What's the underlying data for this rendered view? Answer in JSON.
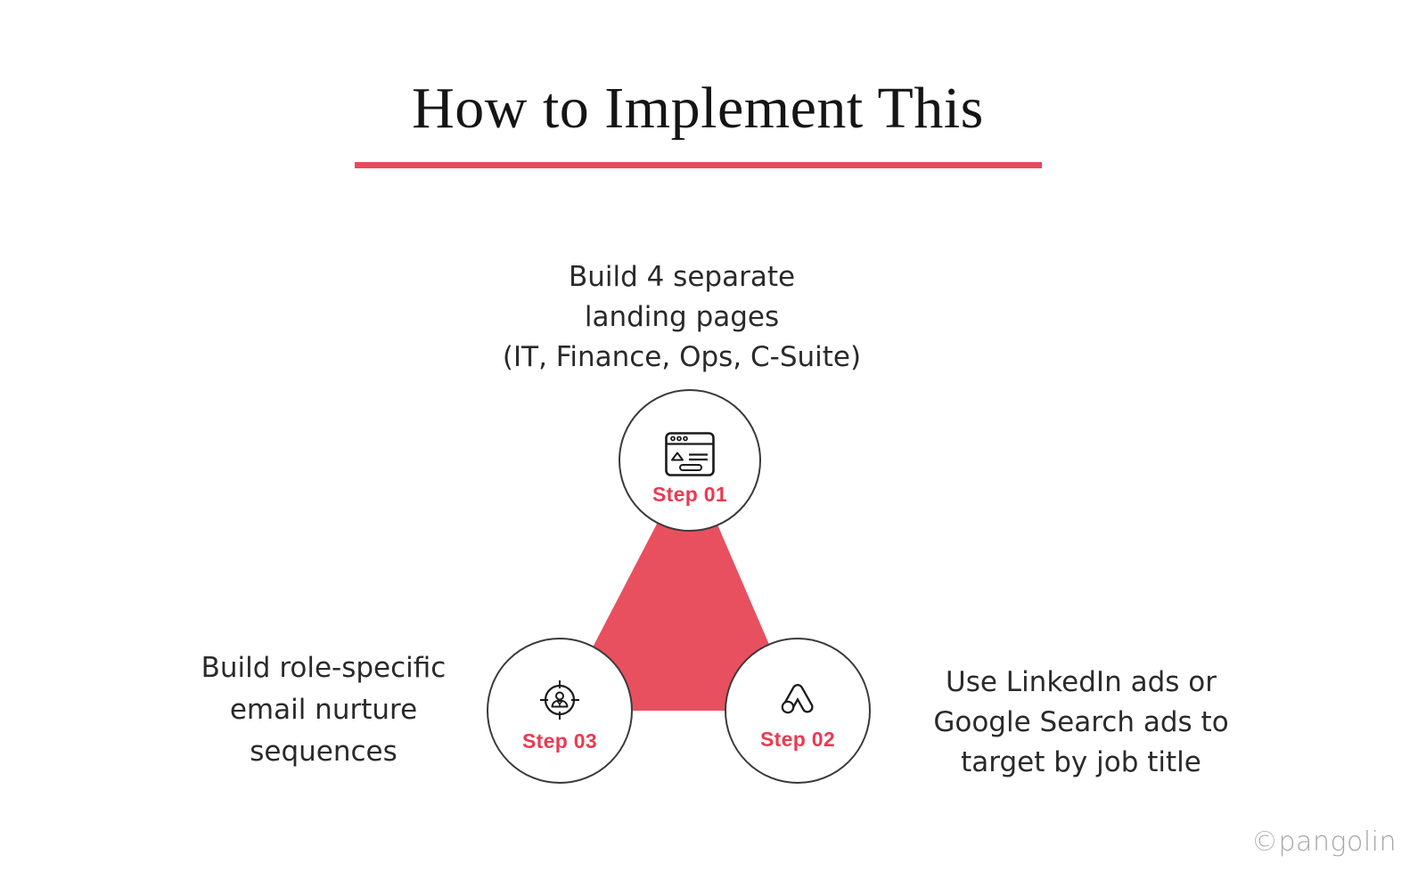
{
  "title": {
    "text": "How to Implement This"
  },
  "colors": {
    "accent": "#e8505f",
    "underline": "#e64b5c",
    "step_label": "#ea3a50",
    "circle_border": "#3a3a3a",
    "icon_stroke": "#1a1a1a",
    "watermark": "#a6a6a6"
  },
  "steps": [
    {
      "id": "step-01",
      "label": "Step 01",
      "icon": "landing-page-icon",
      "caption_lines": [
        "Build 4 separate",
        "landing pages",
        "(IT, Finance, Ops, C-Suite)"
      ]
    },
    {
      "id": "step-02",
      "label": "Step 02",
      "icon": "google-ads-icon",
      "caption_lines": [
        "Use LinkedIn ads or",
        "Google Search ads to",
        "target by job title"
      ]
    },
    {
      "id": "step-03",
      "label": "Step 03",
      "icon": "target-audience-icon",
      "caption_lines": [
        "Build role-specific",
        "email nurture",
        "sequences"
      ]
    }
  ],
  "watermark": {
    "text": "©pangolin"
  }
}
